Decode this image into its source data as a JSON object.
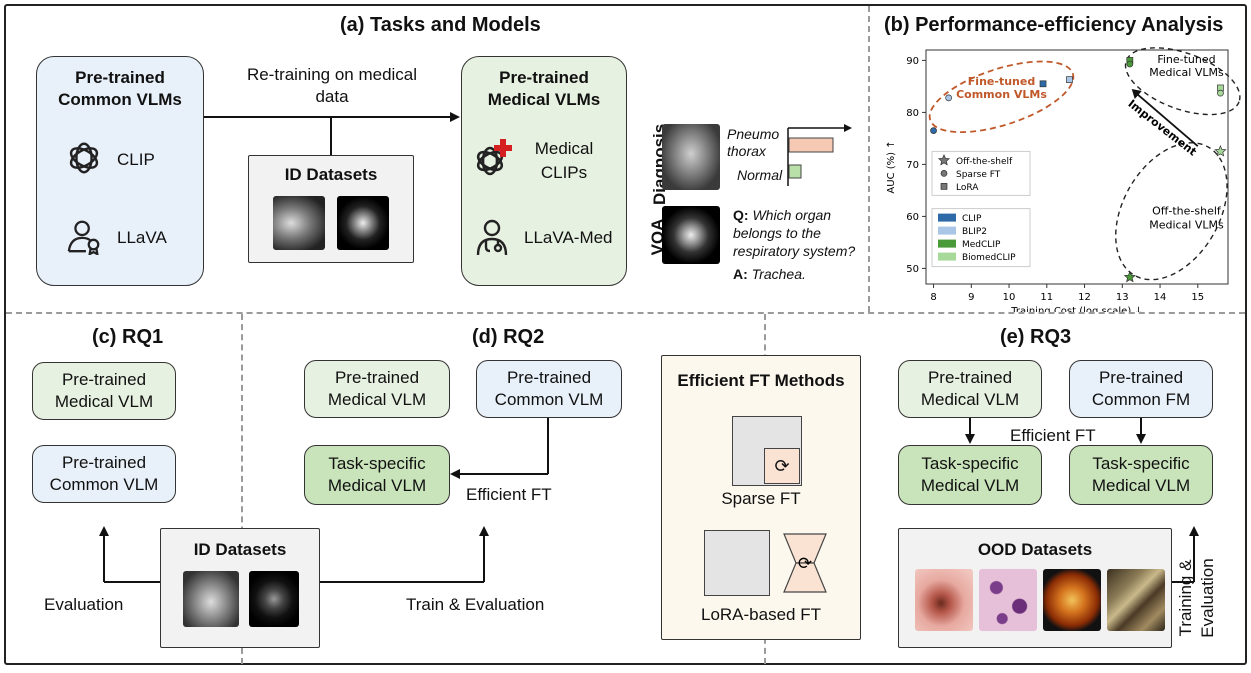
{
  "panel_a": {
    "title": "(a) Tasks and Models",
    "common_vlms_title": "Pre-trained Common VLMs",
    "clip_label": "CLIP",
    "llava_label": "LLaVA",
    "retrain_label": "Re-training on medical data",
    "id_datasets_label": "ID Datasets",
    "medical_vlms_title": "Pre-trained Medical VLMs",
    "medical_clips_label": "Medical CLIPs",
    "llava_med_label": "LLaVA-Med",
    "diagnosis_label": "Diagnosis",
    "vqa_label": "VQA",
    "class_pneumo": "Pneumo thorax",
    "class_normal": "Normal",
    "q_prefix": "Q:",
    "q_text": "Which organ belongs to the respiratory system?",
    "a_prefix": "A:",
    "a_text": "Trachea."
  },
  "panel_b": {
    "title": "(b) Performance-efficiency Analysis",
    "finetuned_common": "Fine-tuned Common VLMs",
    "finetuned_medical": "Fine-tuned Medical VLMs",
    "offshelf_medical": "Off-the-shelf Medical VLMs",
    "improvement": "Improvement",
    "colors": {
      "CLIP": "#2e6aa8",
      "BLIP2": "#a9c6e6",
      "MedCLIP": "#4a9a3a",
      "BiomedCLIP": "#a6d99a",
      "accent": "#c0582a"
    }
  },
  "chart_data": {
    "type": "scatter",
    "xlabel": "Training Cost (log scale) ↓",
    "ylabel": "AUC (%) ↑",
    "xlim": [
      7.8,
      15.8
    ],
    "ylim": [
      47,
      92
    ],
    "xticks": [
      8,
      9,
      10,
      11,
      12,
      13,
      14,
      15
    ],
    "yticks": [
      50,
      60,
      70,
      80,
      90
    ],
    "method_legend": [
      "Off-the-shelf",
      "Sparse FT",
      "LoRA"
    ],
    "model_legend": [
      "CLIP",
      "BLIP2",
      "MedCLIP",
      "BiomedCLIP"
    ],
    "points": [
      {
        "x": 8.0,
        "y": 76.5,
        "model": "CLIP",
        "method": "Sparse FT"
      },
      {
        "x": 8.4,
        "y": 82.8,
        "model": "BLIP2",
        "method": "Sparse FT"
      },
      {
        "x": 10.9,
        "y": 85.5,
        "model": "CLIP",
        "method": "LoRA"
      },
      {
        "x": 11.6,
        "y": 86.3,
        "model": "BLIP2",
        "method": "LoRA"
      },
      {
        "x": 13.2,
        "y": 90.0,
        "model": "MedCLIP",
        "method": "LoRA"
      },
      {
        "x": 13.2,
        "y": 89.3,
        "model": "MedCLIP",
        "method": "Sparse FT"
      },
      {
        "x": 15.6,
        "y": 84.7,
        "model": "BiomedCLIP",
        "method": "LoRA"
      },
      {
        "x": 15.6,
        "y": 83.7,
        "model": "BiomedCLIP",
        "method": "Sparse FT"
      },
      {
        "x": 15.6,
        "y": 72.5,
        "model": "BiomedCLIP",
        "method": "Off-the-shelf"
      },
      {
        "x": 13.2,
        "y": 48.3,
        "model": "MedCLIP",
        "method": "Off-the-shelf"
      }
    ]
  },
  "panel_c": {
    "title": "(c) RQ1",
    "medical_vlm": "Pre-trained Medical VLM",
    "common_vlm": "Pre-trained Common VLM",
    "evaluation": "Evaluation",
    "id_datasets": "ID Datasets"
  },
  "panel_d": {
    "title": "(d) RQ2",
    "medical_vlm": "Pre-trained Medical VLM",
    "common_vlm": "Pre-trained Common VLM",
    "task_specific": "Task-specific Medical VLM",
    "efficient_ft": "Efficient FT",
    "train_eval": "Train & Evaluation",
    "methods_title": "Efficient FT Methods",
    "sparse_ft": "Sparse FT",
    "lora_ft": "LoRA-based FT"
  },
  "panel_e": {
    "title": "(e) RQ3",
    "medical_vlm": "Pre-trained Medical VLM",
    "common_fm": "Pre-trained Common FM",
    "efficient_ft": "Efficient FT",
    "task_specific_1": "Task-specific Medical VLM",
    "task_specific_2": "Task-specific Medical VLM",
    "ood_datasets": "OOD Datasets",
    "training_eval": "Training & Evaluation"
  }
}
